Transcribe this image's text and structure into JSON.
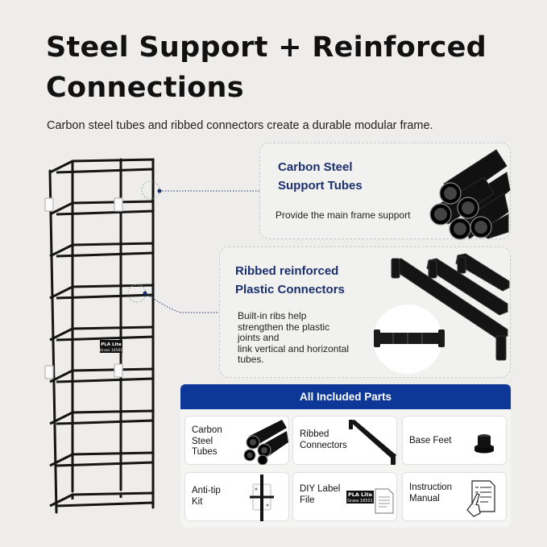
{
  "headline": {
    "line1": "Steel Support + Reinforced",
    "line2": "Connections"
  },
  "subtitle": "Carbon steel tubes and ribbed connectors create a durable modular frame.",
  "rack_label": {
    "line1": "PLA Lite",
    "line2": "Grass 16501"
  },
  "features": [
    {
      "title_line1": "Carbon Steel",
      "title_line2": "Support Tubes",
      "description": "Provide the main frame support",
      "image_icon": "black-steel-tubes-icon"
    },
    {
      "title_line1": "Ribbed reinforced",
      "title_line2": "Plastic Connectors",
      "description_lines": [
        "Built-in ribs help",
        "strengthen the plastic",
        "joints and",
        "link vertical and horizontal",
        "tubes."
      ],
      "image_icon": "black-connector-bars-icon"
    }
  ],
  "parts_panel": {
    "title": "All Included Parts",
    "parts": [
      {
        "label_lines": [
          "Carbon",
          "Steel",
          "Tubes"
        ],
        "icon": "steel-tubes-icon"
      },
      {
        "label_lines": [
          "Ribbed",
          "Connectors"
        ],
        "icon": "connector-bar-icon"
      },
      {
        "label_lines": [
          "Base Feet"
        ],
        "icon": "base-foot-icon"
      },
      {
        "label_lines": [
          "Anti-tip",
          "Kit"
        ],
        "icon": "anti-tip-bracket-icon"
      },
      {
        "label_lines": [
          "DIY Label",
          "File"
        ],
        "icon": "label-file-icon",
        "label_tag": {
          "line1": "PLA Lite",
          "line2": "Grass 16501"
        }
      },
      {
        "label_lines": [
          "Instruction",
          "Manual"
        ],
        "icon": "instruction-manual-icon"
      }
    ]
  },
  "colors": {
    "background": "#eeedeb",
    "title_blue": "#1c2f6d",
    "header_blue": "#0d3897",
    "rack_black": "#151515"
  }
}
